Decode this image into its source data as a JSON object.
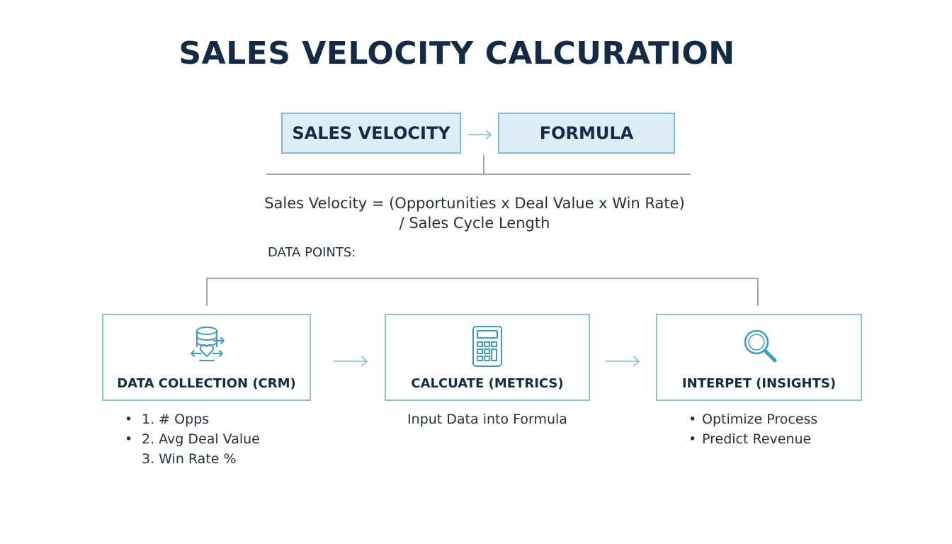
{
  "title": "SALES VELOCITY CALCURATION",
  "top_boxes": {
    "left": "SALES VELOCITY",
    "right": "FORMULA"
  },
  "formula": {
    "line1": "Sales Velocity = (Opportunities x Deal Value x Win Rate)",
    "line2": "/ Sales Cycle Length"
  },
  "data_points_label": "DATA POINTS:",
  "stages": [
    {
      "label": "DATA COLLECTION (CRM)",
      "icon": "database-heart-icon",
      "items": [
        "1. # Opps",
        "2. Avg Deal Value",
        "3. Win Rate %"
      ]
    },
    {
      "label": "CALCUATE (METRICS)",
      "icon": "calculator-icon",
      "description": "Input Data into Formula"
    },
    {
      "label": "INTERPET (INSIGHTS)",
      "icon": "magnifier-icon",
      "items": [
        "Optimize Process",
        "Predict Revenue"
      ]
    }
  ],
  "bullet_glyph": "•",
  "colors": {
    "title": "#142b45",
    "box_border": "#7fbcd6",
    "box_fill": "#ddeef6",
    "icon_stroke": "#3a9cc4",
    "connector": "#9aa9b5"
  }
}
